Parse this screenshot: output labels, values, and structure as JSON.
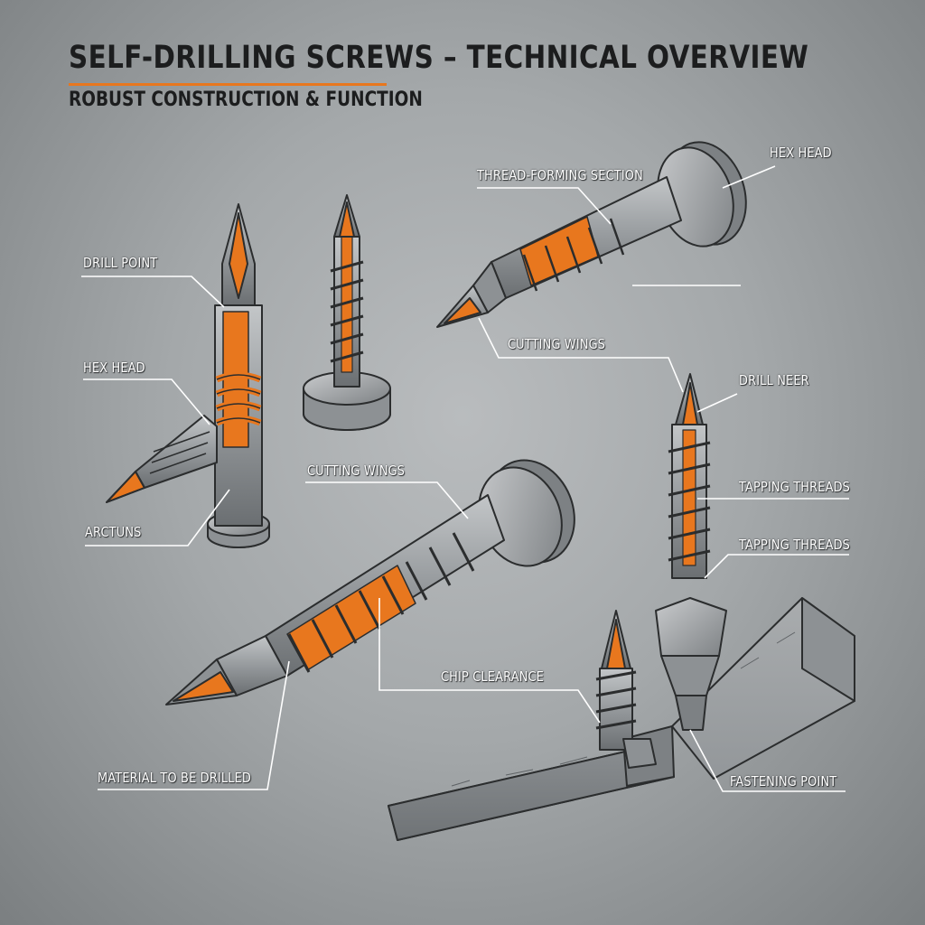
{
  "header": {
    "title": "SELF-DRILLING SCREWS – TECHNICAL OVERVIEW",
    "subtitle": "ROBUST CONSTRUCTION & FUNCTION"
  },
  "callouts": {
    "drill_point": "DRILL POINT",
    "hex_head_left": "HEX HEAD",
    "arctuns": "ARCTUNS",
    "thread_forming_section": "THREAD-FORMING SECTION",
    "hex_head_right": "HEX HEAD",
    "cutting_wings_top": "CUTTING WINGS",
    "drill_neer": "DRILL NEER",
    "cutting_wings_mid": "CUTTING WINGS",
    "tapping_threads_1": "TAPPING THREADS",
    "tapping_threads_2": "TAPPING THREADS",
    "chip_clearance": "CHIP CLEARANCE",
    "material_to_be_drilled": "MATERIAL TO BE DRILLED",
    "fastening_point": "FASTENING POINT"
  },
  "colors": {
    "accent": "#e8771e",
    "steel": "#8d9194",
    "steel_dark": "#6b6f72",
    "steel_light": "#b3b6b8",
    "outline": "#2b2d2e"
  }
}
